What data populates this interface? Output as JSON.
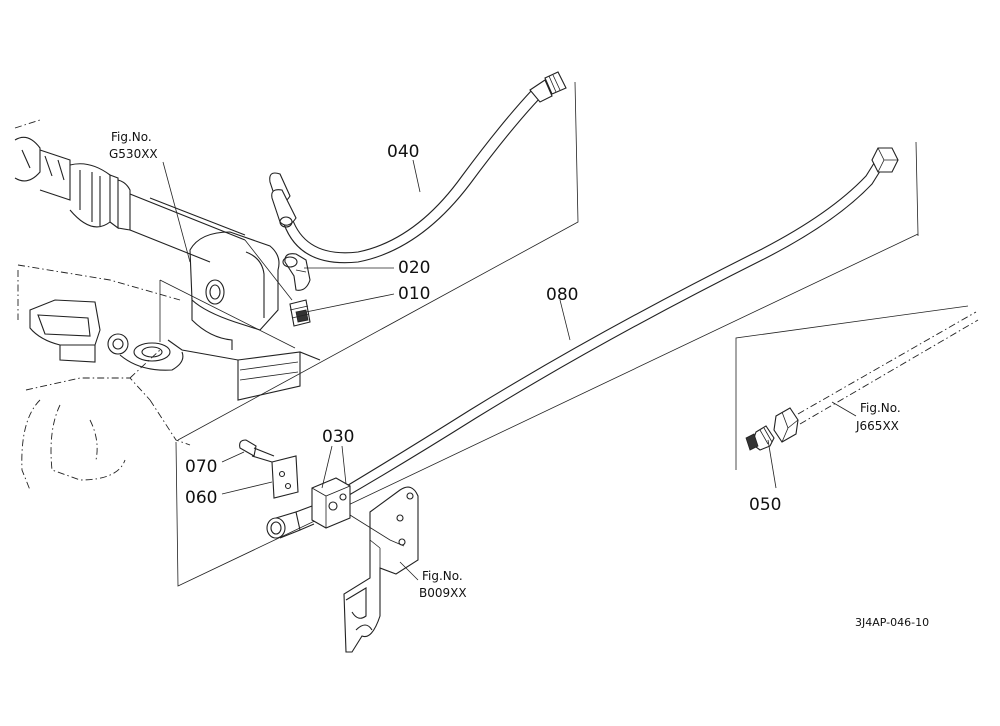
{
  "diagram": {
    "parts": [
      {
        "id": "p040",
        "number": "040"
      },
      {
        "id": "p020",
        "number": "020"
      },
      {
        "id": "p010",
        "number": "010"
      },
      {
        "id": "p080",
        "number": "080"
      },
      {
        "id": "p030",
        "number": "030"
      },
      {
        "id": "p070",
        "number": "070"
      },
      {
        "id": "p060",
        "number": "060"
      },
      {
        "id": "p050",
        "number": "050"
      }
    ],
    "figure_refs": [
      {
        "id": "g530",
        "caption": "Fig.No.",
        "code": "G530XX"
      },
      {
        "id": "j665",
        "caption": "Fig.No.",
        "code": "J665XX"
      },
      {
        "id": "b009",
        "caption": "Fig.No.",
        "code": "B009XX"
      }
    ],
    "drawing_code": "3J4AP-046-10"
  }
}
